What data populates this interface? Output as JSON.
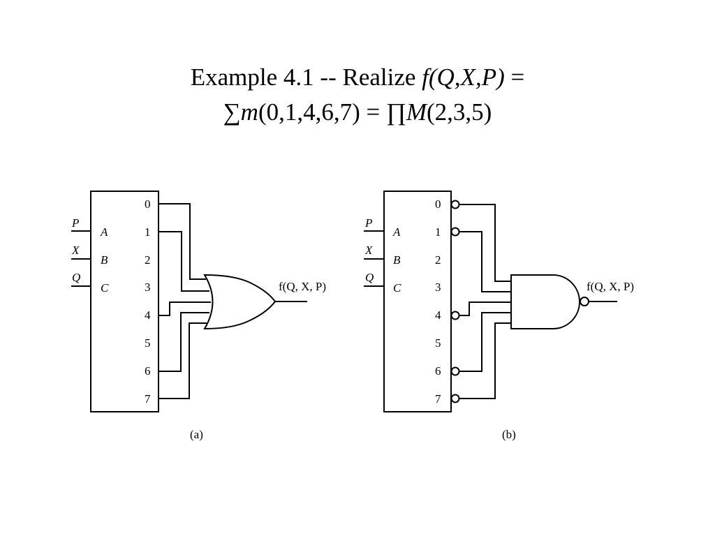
{
  "title": {
    "line1_text": "Example 4.1  -- Realize ",
    "line1_func": "f(Q,X,P)",
    "line1_eq": " =",
    "sum_symbol": "∑",
    "minterm_symbol": "m",
    "minterms": "(0,1,4,6,7)",
    "equals": " = ",
    "prod_symbol": "∏",
    "maxterm_symbol": "M",
    "maxterms": "(2,3,5)"
  },
  "decoder": {
    "output_labels": [
      "0",
      "1",
      "2",
      "3",
      "4",
      "5",
      "6",
      "7"
    ],
    "select_labels": [
      "A",
      "B",
      "C"
    ],
    "input_labels": [
      "P",
      "X",
      "Q"
    ]
  },
  "circuit_a": {
    "gate": "OR",
    "output_label": "f(Q, X, P)",
    "caption": "(a)"
  },
  "circuit_b": {
    "gate": "NAND",
    "output_label": "f(Q, X, P)",
    "caption": "(b)"
  }
}
